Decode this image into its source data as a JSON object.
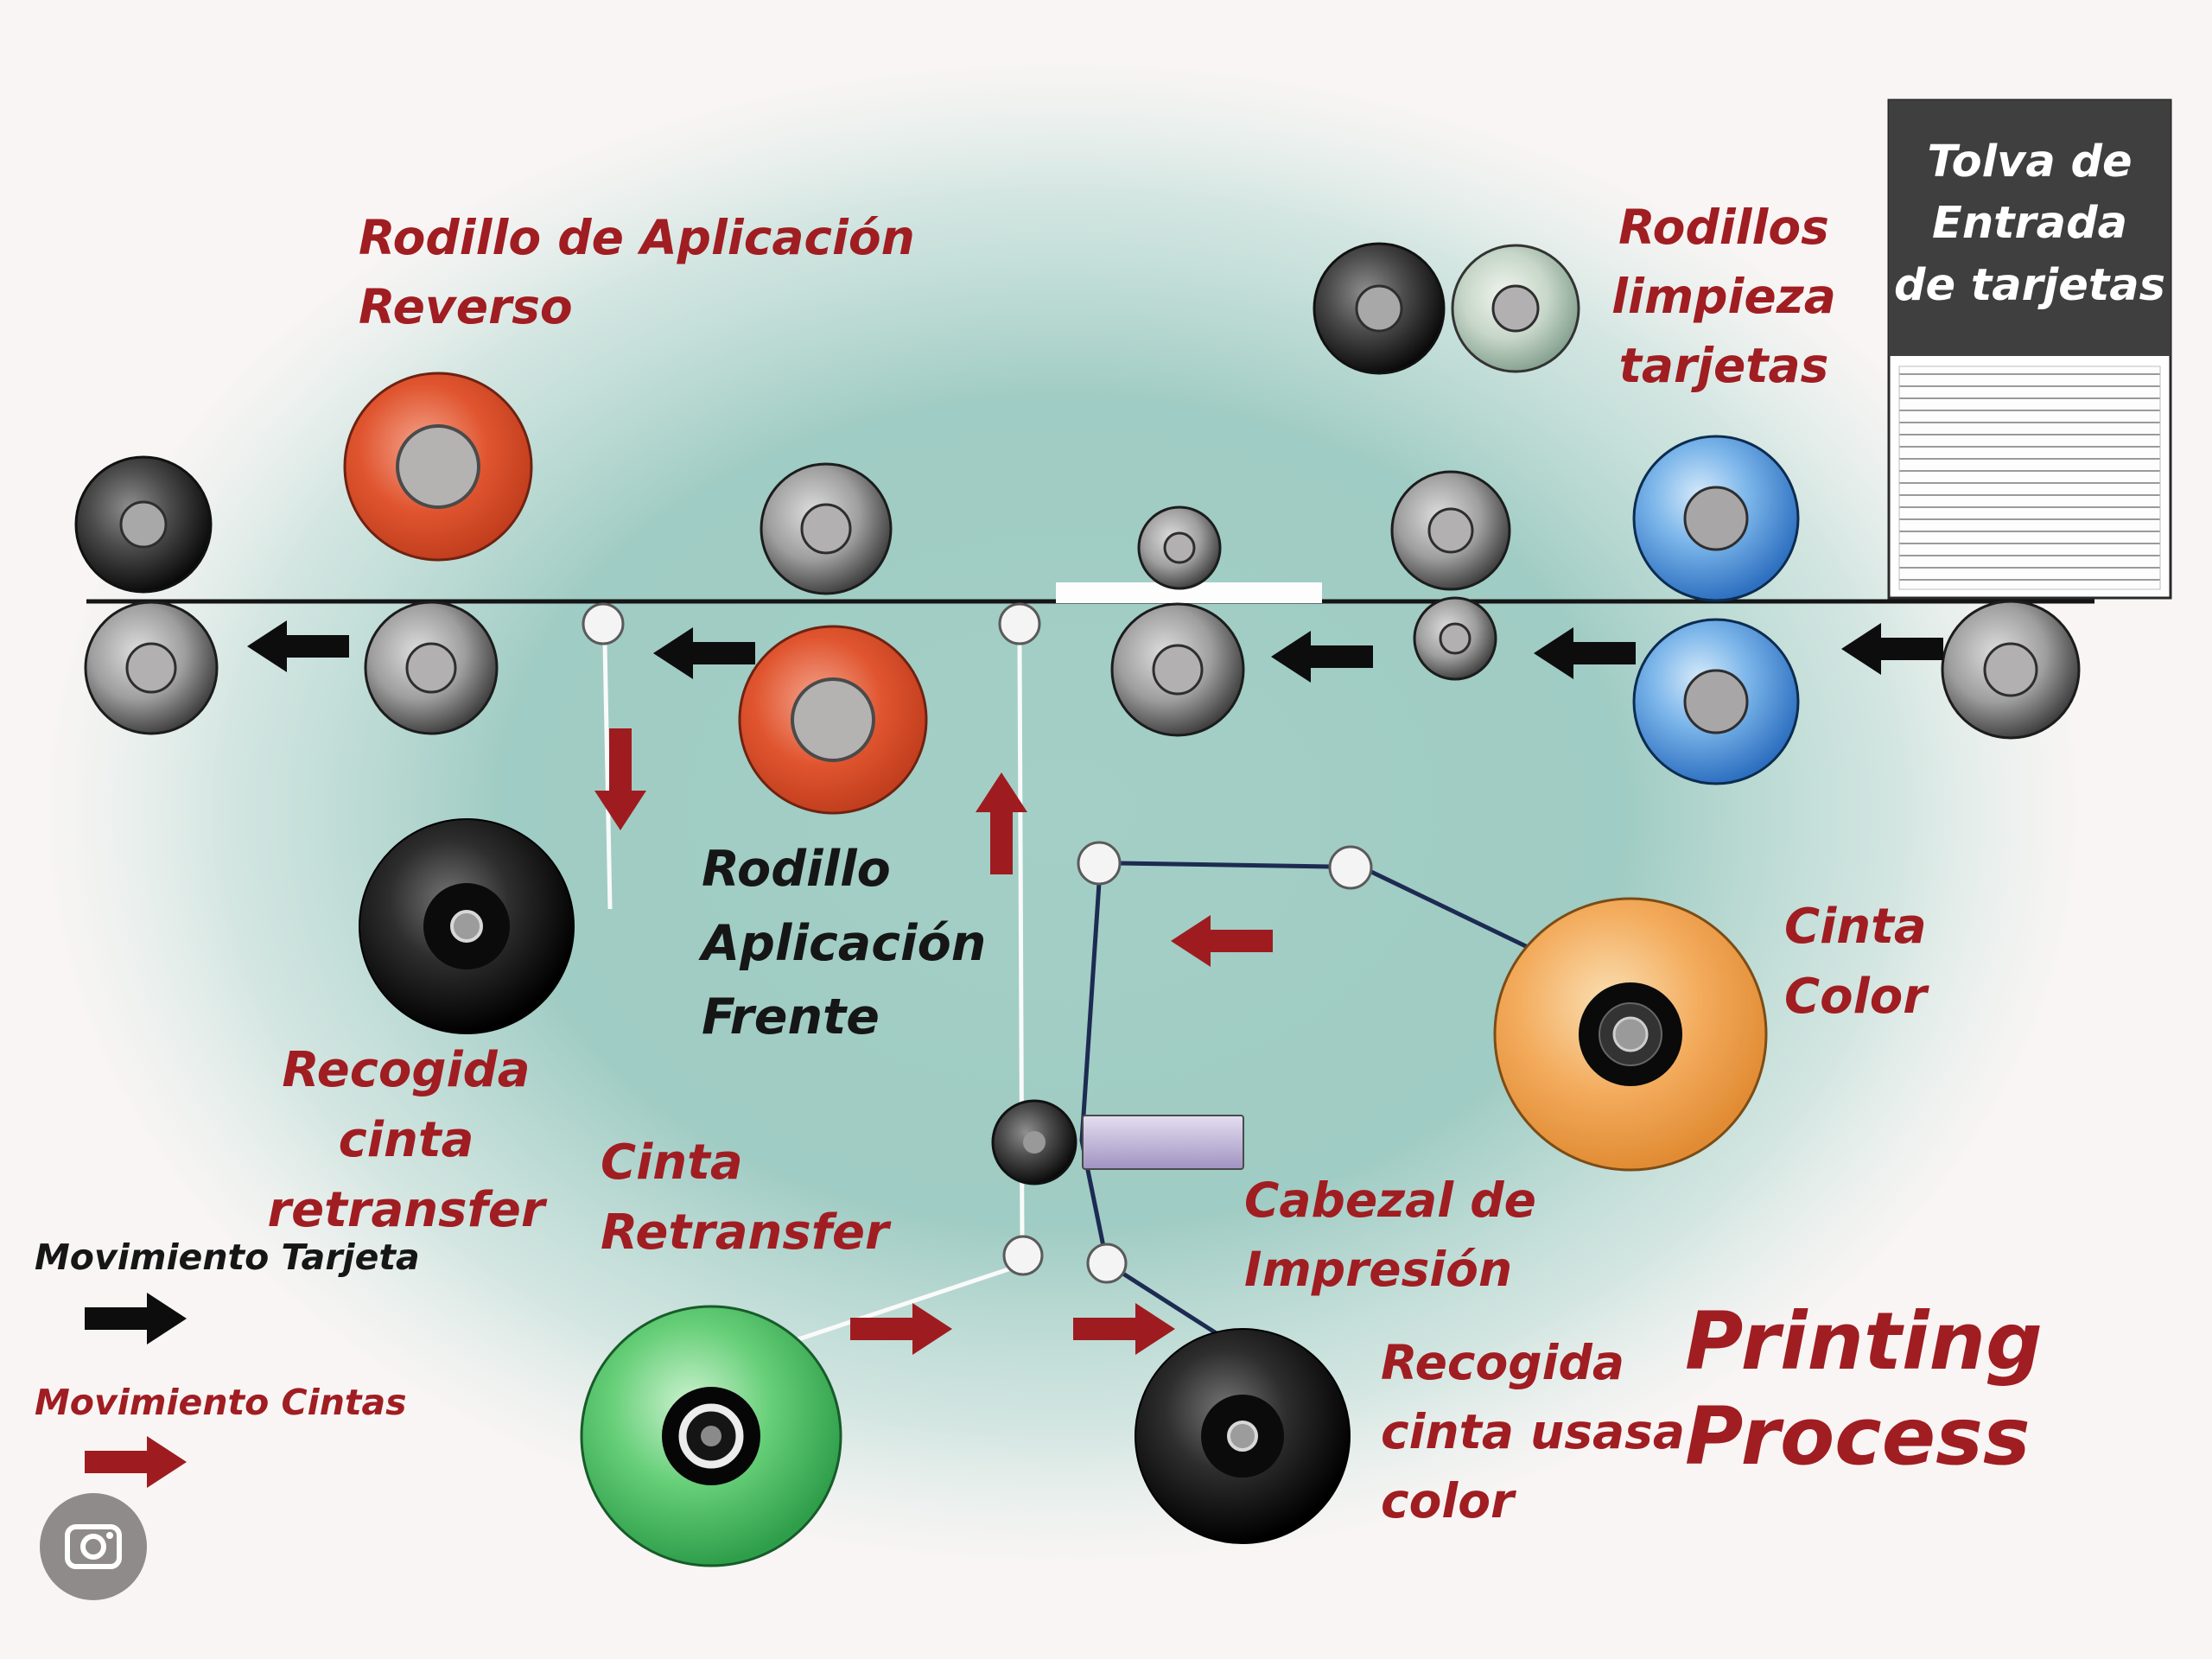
{
  "diagram": {
    "title": "Printing\nProcess",
    "labels": {
      "rodillo_reverso": "Rodillo de Aplicación\nReverso",
      "rodillos_limpieza": "Rodillos\nlimpieza\ntarjetas",
      "tolva": "Tolva de\nEntrada\nde tarjetas",
      "rodillo_frente": "Rodillo\nAplicación\nFrente",
      "recogida_retransfer": "Recogida cinta\nretransfer",
      "cinta_retransfer": "Cinta\nRetransfer",
      "cabezal": "Cabezal de\nImpresión",
      "cinta_color": "Cinta\nColor",
      "recogida_color": "Recogida\ncinta usasa\ncolor"
    },
    "legend": {
      "card": "Movimiento Tarjeta",
      "ribbons": "Movimiento Cintas"
    },
    "colors": {
      "accent_red": "#a01d22",
      "arrow_black": "#0d0d0d",
      "arrow_ribbon": "#9e1c20",
      "roller_red": "#e0552f",
      "roller_blue": "#2d6fc0",
      "spool_orange": "#f3ab5c",
      "spool_green": "#66cf78",
      "background_teal": "#93c6bd"
    }
  }
}
